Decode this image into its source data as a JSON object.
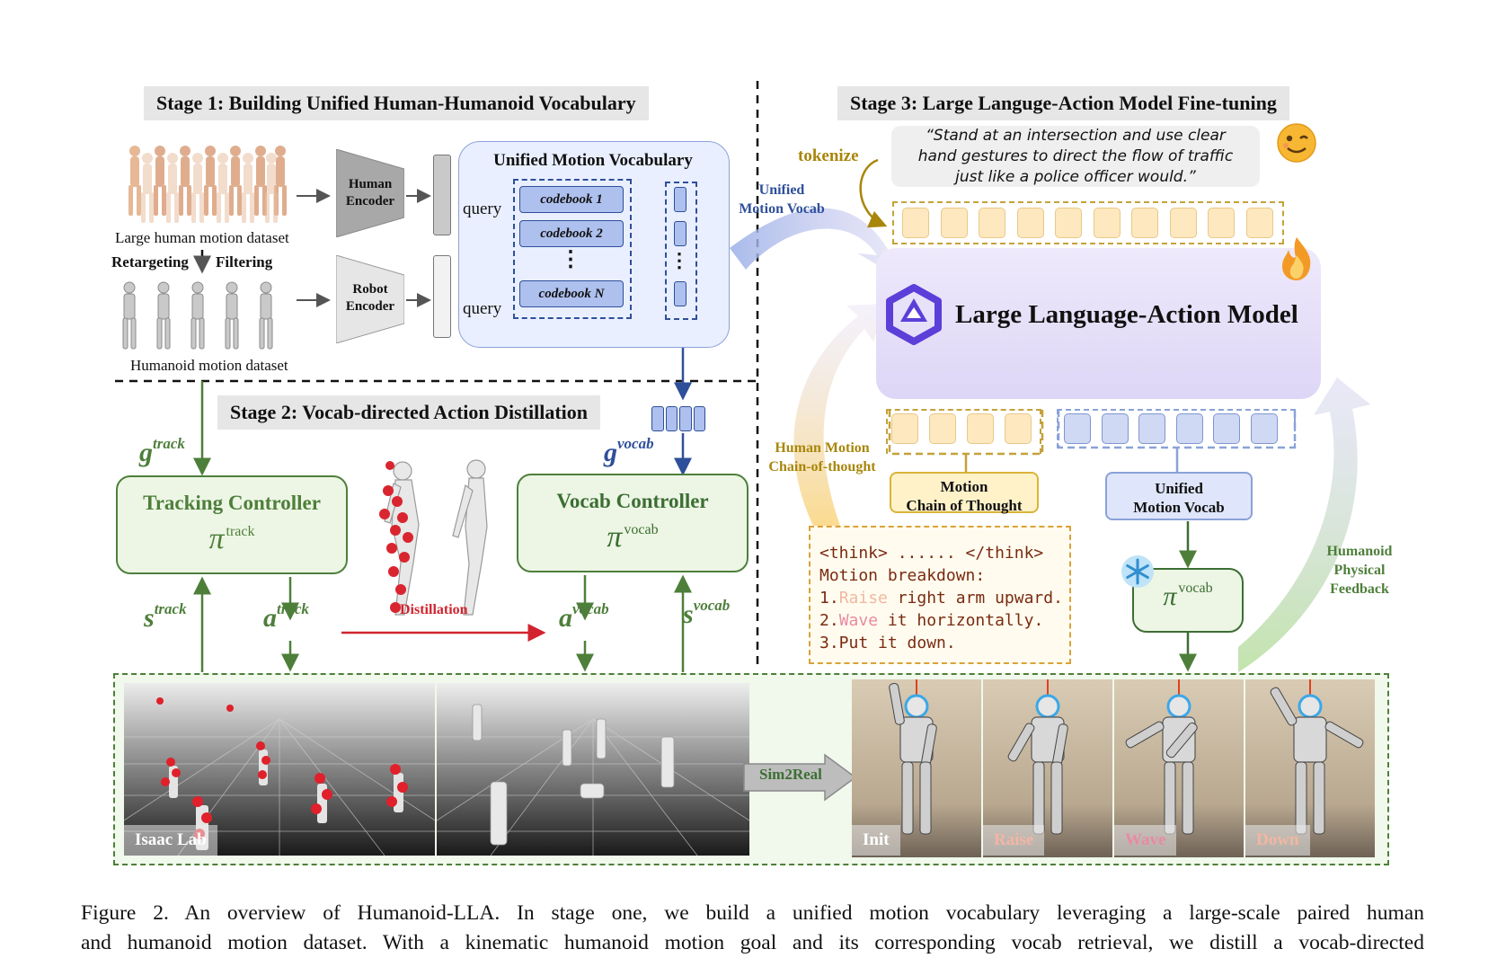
{
  "stage1": {
    "title": "Stage 1: Building Unified Human-Humanoid Vocabulary",
    "human_dataset": "Large human motion dataset",
    "retargeting": "Retargeting",
    "filtering": "Filtering",
    "humanoid_dataset": "Humanoid motion dataset",
    "human_encoder": [
      "Human",
      "Encoder"
    ],
    "robot_encoder": [
      "Robot",
      "Encoder"
    ],
    "vocab_title": "Unified Motion Vocabulary",
    "query": "query",
    "codebooks": [
      "codebook 1",
      "codebook 2",
      "codebook N"
    ],
    "vdots": "⋮"
  },
  "stage2": {
    "title": "Stage 2: Vocab-directed Action Distillation",
    "g_track": {
      "base": "g",
      "sup": "track"
    },
    "g_vocab": {
      "base": "g",
      "sup": "vocab"
    },
    "tracking_controller": "Tracking Controller",
    "vocab_controller": "Vocab Controller",
    "pi_track": {
      "base": "π",
      "sup": "track"
    },
    "pi_vocab": {
      "base": "π",
      "sup": "vocab"
    },
    "s_track": {
      "base": "s",
      "sup": "track"
    },
    "a_track": {
      "base": "a",
      "sup": "track"
    },
    "a_vocab": {
      "base": "a",
      "sup": "vocab"
    },
    "s_vocab": {
      "base": "s",
      "sup": "vocab"
    },
    "distillation": "Distillation"
  },
  "stage3": {
    "title": "Stage 3: Large Languge-Action Model Fine-tuning",
    "tokenize": "tokenize",
    "quote": [
      "“Stand at an intersection and use clear",
      "hand gestures to direct the flow of traffic",
      "just like a police officer would.”"
    ],
    "unified_motion_vocab_arrow": [
      "Unified",
      "Motion Vocab"
    ],
    "model_name": "Large Language-Action Model",
    "human_motion_cot": [
      "Human Motion",
      "Chain-of-thought"
    ],
    "motion_cot_box": [
      "Motion",
      "Chain of Thought"
    ],
    "unified_vocab_box": [
      "Unified",
      "Motion Vocab"
    ],
    "humanoid_feedback": [
      "Humanoid",
      "Physical",
      "Feedback"
    ],
    "pi_vocab": {
      "base": "π",
      "sup": "vocab"
    },
    "think": {
      "line1": "<think> ...... </think>",
      "line2": "Motion breakdown:",
      "step1_num": "1.",
      "step1_verb": "Raise",
      "step1_rest": " right arm upward.",
      "step2_num": "2.",
      "step2_verb": "Wave",
      "step2_rest": " it horizontally.",
      "step3": "3.Put it down."
    }
  },
  "bottom": {
    "isaac_lab": "Isaac Lab",
    "sim2real": "Sim2Real",
    "frames": [
      "Init",
      "Raise",
      "Wave",
      "Down"
    ]
  },
  "caption": {
    "line1": "Figure 2.  An overview of Humanoid-LLA. In stage one, we build a unified motion vocabulary leveraging a large-scale paired human",
    "line2": "and humanoid motion dataset.  With a kinematic humanoid motion goal and its corresponding vocab retrieval, we distill a vocab-directed"
  },
  "colors": {
    "green": "#4e7f3a",
    "blue_dark": "#2e4f9a",
    "gold": "#a8860a",
    "red": "#d1242f",
    "think_border": "#d9a23a",
    "vocab_bg": "#e9efff"
  }
}
